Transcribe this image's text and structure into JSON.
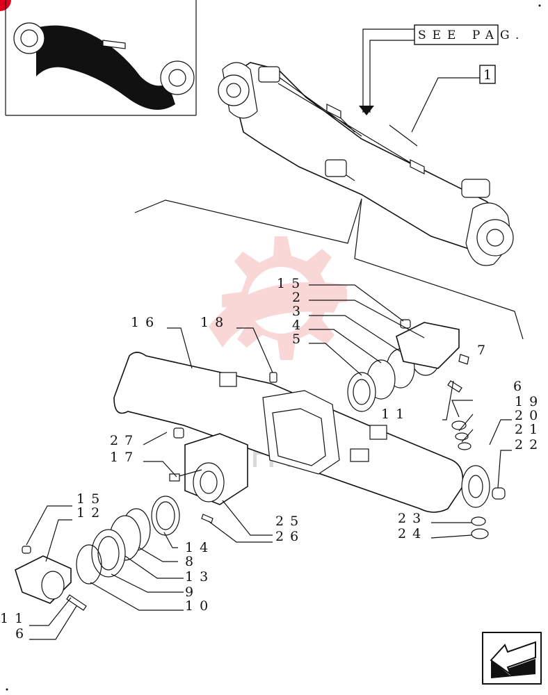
{
  "diagram": {
    "reference_note": "SEE PAG.",
    "reference_box": "1",
    "watermark": "ИНТЕК",
    "callouts": [
      "15",
      "2",
      "3",
      "4",
      "5",
      "16",
      "18",
      "7",
      "6",
      "19",
      "20",
      "21",
      "22",
      "11",
      "27",
      "17",
      "25",
      "26",
      "14",
      "8",
      "13",
      "9",
      "10",
      "23",
      "24",
      "15",
      "12",
      "11",
      "6"
    ]
  },
  "colors": {
    "corner_badge": "#e0001b",
    "watermark_gear": "#f6b7b7",
    "ink": "#111111"
  }
}
